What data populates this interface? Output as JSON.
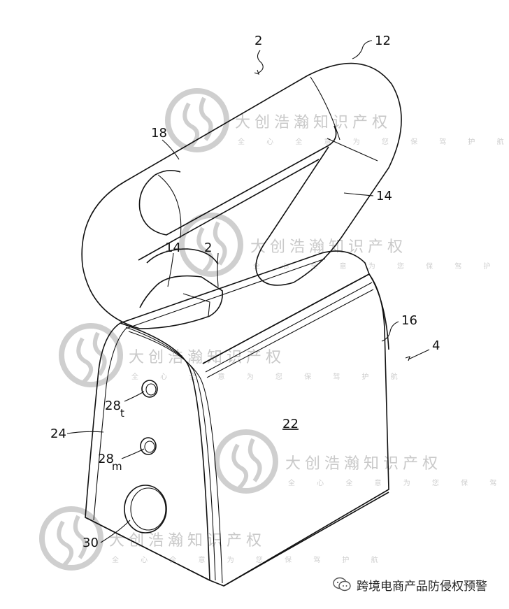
{
  "figure": {
    "labels": {
      "assembly": "2",
      "nozzle": "12",
      "duct_right": "14",
      "duct_left": "14",
      "duct_top": "18",
      "slot": "2",
      "seam": "16",
      "base": "4",
      "front_face": "22",
      "side_face": "24",
      "button_t_main": "28",
      "button_t_sub": "t",
      "button_m_main": "28",
      "button_m_sub": "m",
      "dial": "30"
    }
  },
  "watermark": {
    "text": "大创浩瀚知识产权",
    "subtext": "全 心 全 意 为 您 保 驾 护 航"
  },
  "footer": {
    "account": "跨境电商产品防侵权预警",
    "icon": "wechat-icon"
  }
}
